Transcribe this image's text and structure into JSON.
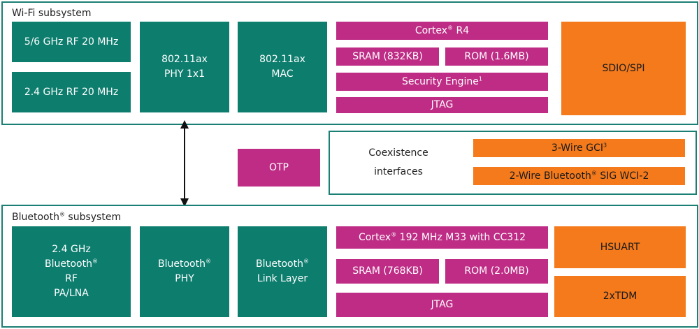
{
  "wifi": {
    "title": "Wi-Fi subsystem",
    "rf_56": "5/6 GHz RF 20 MHz",
    "rf_24": "2.4 GHz RF 20 MHz",
    "phy": [
      "802.11ax",
      "PHY 1x1"
    ],
    "mac": [
      "802.11ax",
      "MAC"
    ],
    "cpu": {
      "text": "Cortex",
      "mark": "®",
      "rest": " R4"
    },
    "sram": "SRAM (832KB)",
    "rom": "ROM (1.6MB)",
    "security": {
      "text": "Security Engine",
      "mark": "1"
    },
    "jtag": "JTAG",
    "sdio": "SDIO/SPI"
  },
  "otp": "OTP",
  "coex": {
    "label": [
      "Coexistence",
      "interfaces"
    ],
    "gci": {
      "text": "3-Wire GCI",
      "mark": "3"
    },
    "wci": {
      "text": "2-Wire Bluetooth",
      "mark": "®",
      "rest": " SIG WCI-2"
    }
  },
  "bt": {
    "title": {
      "text": "Bluetooth",
      "mark": "®",
      "rest": " subsystem"
    },
    "rf": {
      "l1": "2.4 GHz",
      "l2": "Bluetooth",
      "l2mark": "®",
      "l3": "RF",
      "l4": "PA/LNA"
    },
    "phy": {
      "l1": "Bluetooth",
      "l1mark": "®",
      "l2": "PHY"
    },
    "link": {
      "l1": "Bluetooth",
      "l1mark": "®",
      "l2": "Link Layer"
    },
    "cpu": {
      "text": "Cortex",
      "mark": "®",
      "rest": " 192 MHz M33 with CC312"
    },
    "sram": "SRAM (768KB)",
    "rom": "ROM (2.0MB)",
    "jtag": "JTAG",
    "hsuart": "HSUART",
    "tdm": "2xTDM"
  },
  "colors": {
    "teal": "#0d7d6e",
    "magenta": "#be2c85",
    "orange": "#f47a1c",
    "frame": "#1b7f74"
  }
}
